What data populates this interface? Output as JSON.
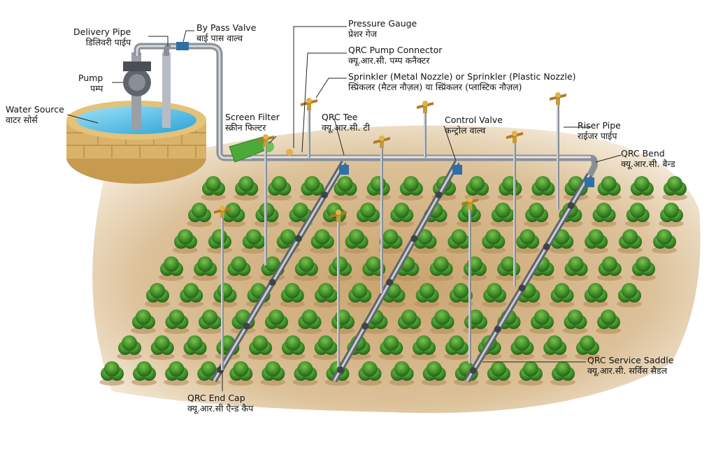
{
  "labels": {
    "delivery_pipe": {
      "en": "Delivery Pipe",
      "hi": "डिलिवरी पाईप"
    },
    "by_pass_valve": {
      "en": "By Pass Valve",
      "hi": "बाई पास वाल्व"
    },
    "pump": {
      "en": "Pump",
      "hi": "पम्प"
    },
    "water_source": {
      "en": "Water Source",
      "hi": "वाटर सोर्स"
    },
    "screen_filter": {
      "en": "Screen Filter",
      "hi": "स्क्रीन फिल्टर"
    },
    "pressure_gauge": {
      "en": "Pressure Gauge",
      "hi": "प्रेशर गेज"
    },
    "qrc_pump_connector": {
      "en": "QRC Pump Connector",
      "hi": "क्यू.आर.सी. पम्प कनैक्टर"
    },
    "sprinkler": {
      "en": "Sprinkler (Metal Nozzle) or Sprinkler (Plastic Nozzle)",
      "hi": "स्प्रिंकलर (मैटल नौज़ल) या स्प्रिंकलर (प्लास्टिक नौज़ल)"
    },
    "qrc_tee": {
      "en": "QRC Tee",
      "hi": "क्यू.आर.सी. टी"
    },
    "control_valve": {
      "en": "Control Valve",
      "hi": "कन्ट्रोल वाल्व"
    },
    "riser_pipe": {
      "en": "Riser Pipe",
      "hi": "राईजर पाईप"
    },
    "qrc_bend": {
      "en": "QRC Bend",
      "hi": "क्यू.आर.सी. बैन्ड"
    },
    "qrc_service_saddle": {
      "en": "QRC Service Saddle",
      "hi": "क्यू.आर.सी. सर्विस सैडल"
    },
    "qrc_end_cap": {
      "en": "QRC End Cap",
      "hi": "क्यू.आर.सी एैन्ड कैप"
    }
  },
  "colors": {
    "soil": "#d9b98a",
    "plant": "#3f8f2a",
    "plant_dark": "#2c6b1d",
    "pipe": "#8a8f96",
    "pipe_light": "#c9ced4",
    "brick": "#d8b36a",
    "water": "#5ec3e8",
    "filter": "#4caa3a",
    "leader": "#222222"
  },
  "icons": [
    "well",
    "pump",
    "screen-filter",
    "sprinkler",
    "control-valve",
    "plant"
  ]
}
